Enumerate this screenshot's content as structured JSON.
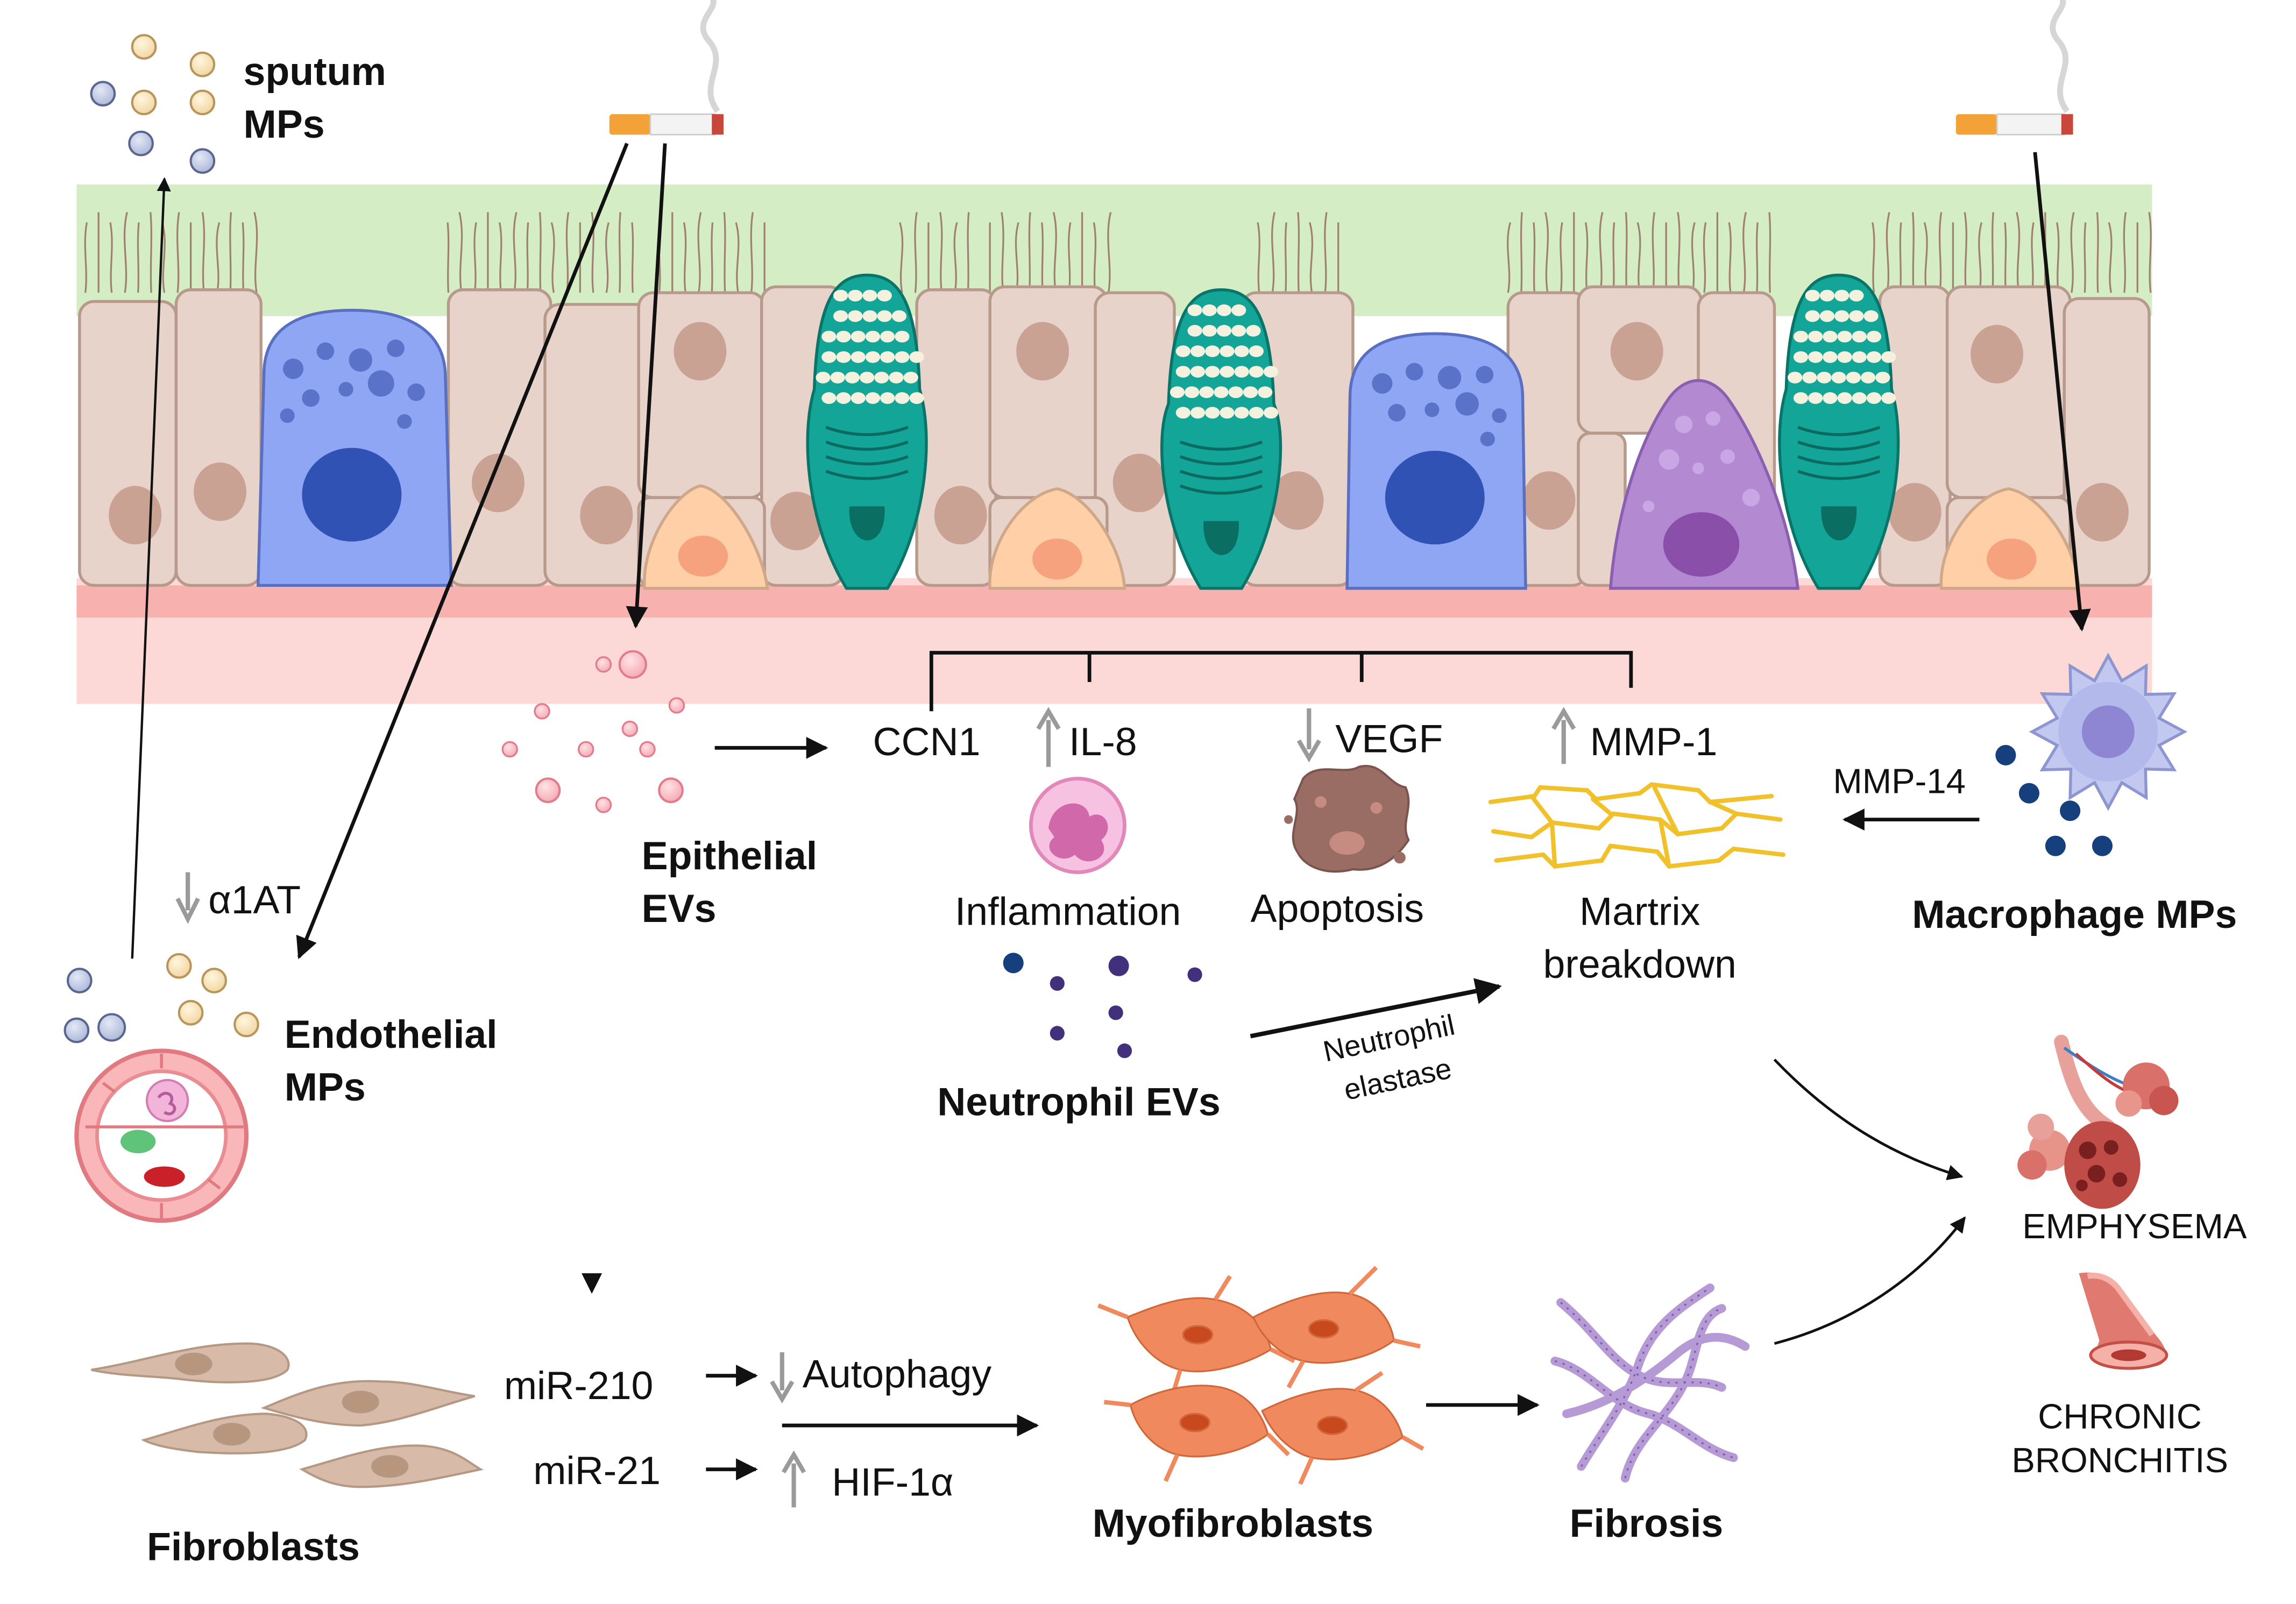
{
  "labels": {
    "sputum": [
      "sputum",
      "MPs"
    ],
    "epithelial": [
      "Epithelial",
      "EVs"
    ],
    "endothelial": [
      "Endothelial",
      "MPs"
    ],
    "a1at": "α1AT",
    "ccn1": "CCN1",
    "il8": "IL-8",
    "vegf": "VEGF",
    "mmp1": "MMP-1",
    "mmp14": "MMP-14",
    "inflammation": "Inflammation",
    "apoptosis": "Apoptosis",
    "matrix": [
      "Martrix",
      "breakdown"
    ],
    "macrophage": "Macrophage MPs",
    "neutrophil_evs": "Neutrophil EVs",
    "neutrophil_elastase": [
      "Neutrophil",
      "elastase"
    ],
    "emphysema": "EMPHYSEMA",
    "bronchitis": [
      "CHRONIC",
      "BRONCHITIS"
    ],
    "mir210": "miR-210",
    "mir21": "miR-21",
    "autophagy": "Autophagy",
    "hif1a": "HIF-1α",
    "fibroblasts": "Fibroblasts",
    "myofibroblasts": "Myofibroblasts",
    "fibrosis": "Fibrosis"
  },
  "colors": {
    "cilia_zone": "#d4edc4",
    "basement": "#f7b1ae",
    "submucosa": "#fcd9d6",
    "ciliated_cell": "#e8d3ca",
    "basal_cell": "#ffcfa8",
    "club_cell": "#8ea6f3",
    "goblet_cell": "#13a597",
    "neuroendocrine_cell": "#b389d2",
    "arrow": "#111111",
    "grey_arrow": "#9a9a9a"
  }
}
